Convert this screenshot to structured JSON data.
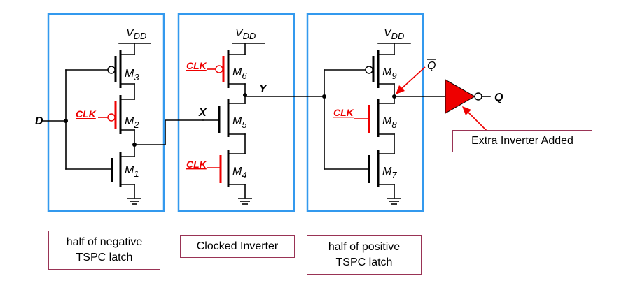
{
  "colors": {
    "box": "#3399ee",
    "clock": "#ee0000",
    "callout_border": "#993355"
  },
  "labels": {
    "vdd1": "V",
    "vdd1_sub": "DD",
    "vdd2": "V",
    "vdd2_sub": "DD",
    "vdd3": "V",
    "vdd3_sub": "DD",
    "d": "D",
    "x": "X",
    "y": "Y",
    "q": "Q",
    "qbar": "Q",
    "clk1": "CLK",
    "clk2": "CLK",
    "clk3": "CLK",
    "clk4": "CLK",
    "m1": "M",
    "m1_sub": "1",
    "m2": "M",
    "m2_sub": "2",
    "m3": "M",
    "m3_sub": "3",
    "m4": "M",
    "m4_sub": "4",
    "m5": "M",
    "m5_sub": "5",
    "m6": "M",
    "m6_sub": "6",
    "m7": "M",
    "m7_sub": "7",
    "m8": "M",
    "m8_sub": "8",
    "m9": "M",
    "m9_sub": "9"
  },
  "captions": {
    "extra_inverter": "Extra Inverter Added",
    "negative_latch": "half of negative\nTSPC latch",
    "clocked_inverter": "Clocked Inverter",
    "positive_latch": "half of positive\nTSPC latch"
  }
}
